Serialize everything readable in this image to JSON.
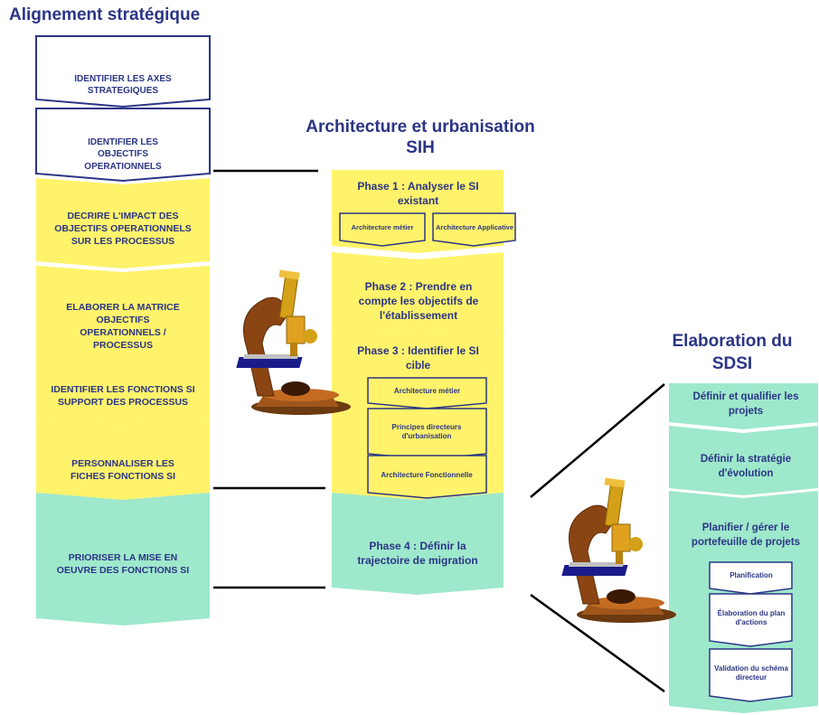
{
  "colors": {
    "navy": "#2b3585",
    "yellow": "#fff36b",
    "mint": "#9ee8cc",
    "white": "#ffffff",
    "line": "#000000"
  },
  "left": {
    "title": "Alignement stratégique",
    "steps": [
      "IDENTIFIER LES AXES STRATEGIQUES",
      "IDENTIFIER LES OBJECTIFS OPERATIONNELS",
      "DECRIRE L'IMPACT DES OBJECTIFS OPERATIONNELS SUR LES PROCESSUS",
      "ELABORER LA MATRICE OBJECTIFS OPERATIONNELS / PROCESSUS",
      "IDENTIFIER LES FONCTIONS SI SUPPORT DES PROCESSUS",
      "PERSONNALISER LES FICHES FONCTIONS SI",
      "PRIORISER LA MISE EN OEUVRE DES FONCTIONS SI"
    ]
  },
  "middle": {
    "title": "Architecture et urbanisation SIH",
    "phase1": {
      "label": "Phase 1 : Analyser le SI existant",
      "sub": [
        "Architecture métier",
        "Architecture Applicative"
      ]
    },
    "phase2": {
      "label": "Phase 2 : Prendre en compte les objectifs de l'établissement"
    },
    "phase3": {
      "label": "Phase 3 : Identifier le SI cible",
      "sub": [
        "Architecture métier",
        "Principes directeurs d'urbanisation",
        "Architecture Fonctionnelle"
      ]
    },
    "phase4": {
      "label": "Phase 4 : Définir la trajectoire de migration"
    }
  },
  "right": {
    "title": "Elaboration du SDSI",
    "steps": [
      "Définir et qualifier les projets",
      "Définir la stratégie d'évolution",
      "Planifier / gérer le portefeuille de projets"
    ],
    "sub": [
      "Planification",
      "Élaboration du plan d'actions",
      "Validation du schéma directeur"
    ]
  },
  "icons": [
    "microscope-icon",
    "microscope-icon"
  ]
}
